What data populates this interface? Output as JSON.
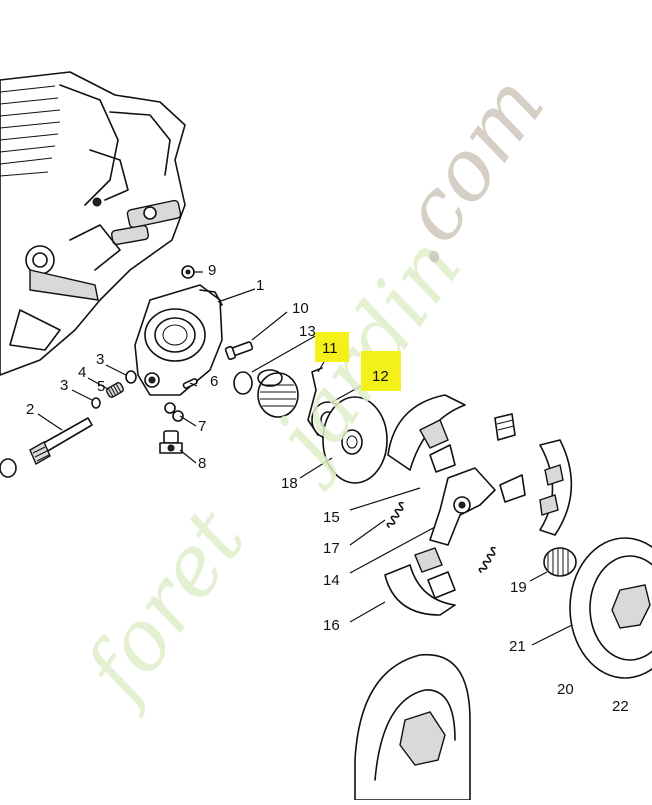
{
  "diagram": {
    "callouts": [
      {
        "id": "c1",
        "label": "1",
        "highlighted": false
      },
      {
        "id": "c2",
        "label": "2",
        "highlighted": false
      },
      {
        "id": "c3a",
        "label": "3",
        "highlighted": false
      },
      {
        "id": "c3b",
        "label": "3",
        "highlighted": false
      },
      {
        "id": "c4",
        "label": "4",
        "highlighted": false
      },
      {
        "id": "c5",
        "label": "5",
        "highlighted": false
      },
      {
        "id": "c6",
        "label": "6",
        "highlighted": false
      },
      {
        "id": "c7",
        "label": "7",
        "highlighted": false
      },
      {
        "id": "c8",
        "label": "8",
        "highlighted": false
      },
      {
        "id": "c9",
        "label": "9",
        "highlighted": false
      },
      {
        "id": "c10",
        "label": "10",
        "highlighted": false
      },
      {
        "id": "c11",
        "label": "11",
        "highlighted": true
      },
      {
        "id": "c12",
        "label": "12",
        "highlighted": true
      },
      {
        "id": "c13",
        "label": "13",
        "highlighted": false
      },
      {
        "id": "c14",
        "label": "14",
        "highlighted": false
      },
      {
        "id": "c15",
        "label": "15",
        "highlighted": false
      },
      {
        "id": "c16",
        "label": "16",
        "highlighted": false
      },
      {
        "id": "c17",
        "label": "17",
        "highlighted": false
      },
      {
        "id": "c18",
        "label": "18",
        "highlighted": false
      },
      {
        "id": "c19",
        "label": "19",
        "highlighted": false
      },
      {
        "id": "c20",
        "label": "20",
        "highlighted": false
      },
      {
        "id": "c21",
        "label": "21",
        "highlighted": false
      },
      {
        "id": "c22",
        "label": "22",
        "highlighted": false
      }
    ]
  },
  "watermark": {
    "part1": "foret",
    "part2": "jardin",
    "part3": ".com",
    "colors": {
      "green": "#cfe5b0",
      "grey": "#bdb3a6"
    }
  },
  "colors": {
    "highlight": "#f3f01a",
    "ink": "#111111"
  }
}
